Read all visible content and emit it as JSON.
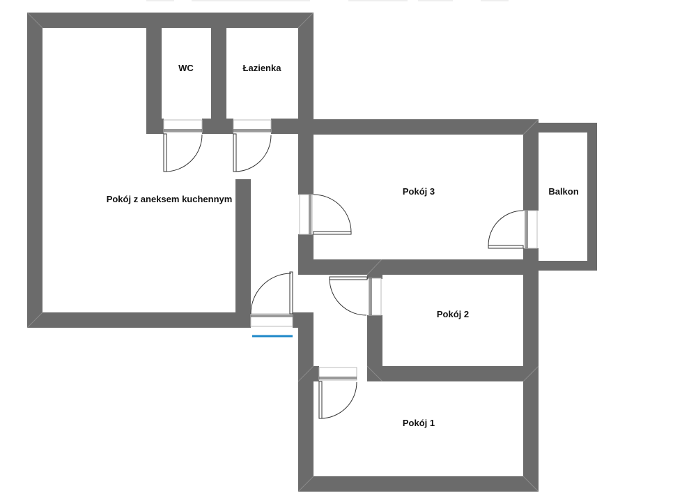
{
  "rooms": [
    {
      "id": "wc",
      "label": "WC"
    },
    {
      "id": "lazienka",
      "label": "Łazienka"
    },
    {
      "id": "pokoj-z-aneksem",
      "label": "Pokój z aneksem kuchennym"
    },
    {
      "id": "pokoj-3",
      "label": "Pokój 3"
    },
    {
      "id": "balkon",
      "label": "Balkon"
    },
    {
      "id": "pokoj-2",
      "label": "Pokój 2"
    },
    {
      "id": "pokoj-1",
      "label": "Pokój 1"
    }
  ],
  "colors": {
    "wall": "#6b6b6b",
    "background": "#ffffff",
    "door_line": "#333333",
    "entrance_marker": "#1e88c8",
    "label": "#111111"
  }
}
